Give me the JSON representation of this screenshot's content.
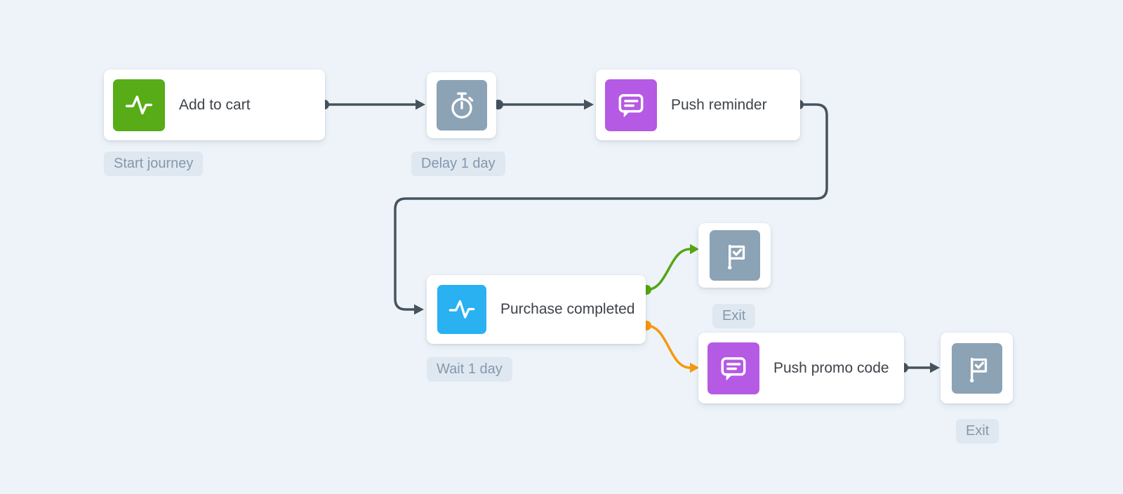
{
  "canvas": {
    "background": "#edf3f8"
  },
  "colors": {
    "connector": "#46535e",
    "success_branch": "#55a513",
    "warning_branch": "#f6980e",
    "badge_bg": "#dfe8f1",
    "badge_text": "#8398ac",
    "green_icon_bg": "#58ac17",
    "blue_icon_bg": "#29b1f1",
    "purple_icon_bg": "#b55ae4",
    "slate_icon_bg": "#8ca2b5"
  },
  "nodes": {
    "add_to_cart": {
      "label": "Add to cart",
      "badge": "Start journey",
      "icon": "activity-icon"
    },
    "delay": {
      "badge": "Delay 1 day",
      "icon": "timer-icon"
    },
    "push_reminder": {
      "label": "Push reminder",
      "icon": "chat-icon"
    },
    "purchase_completed": {
      "label": "Purchase completed",
      "badge": "Wait 1 day",
      "icon": "activity-icon"
    },
    "exit_top": {
      "badge": "Exit",
      "icon": "flag-icon"
    },
    "push_promo": {
      "label": "Push promo code",
      "icon": "chat-icon"
    },
    "exit_bottom": {
      "badge": "Exit",
      "icon": "flag-icon"
    }
  }
}
